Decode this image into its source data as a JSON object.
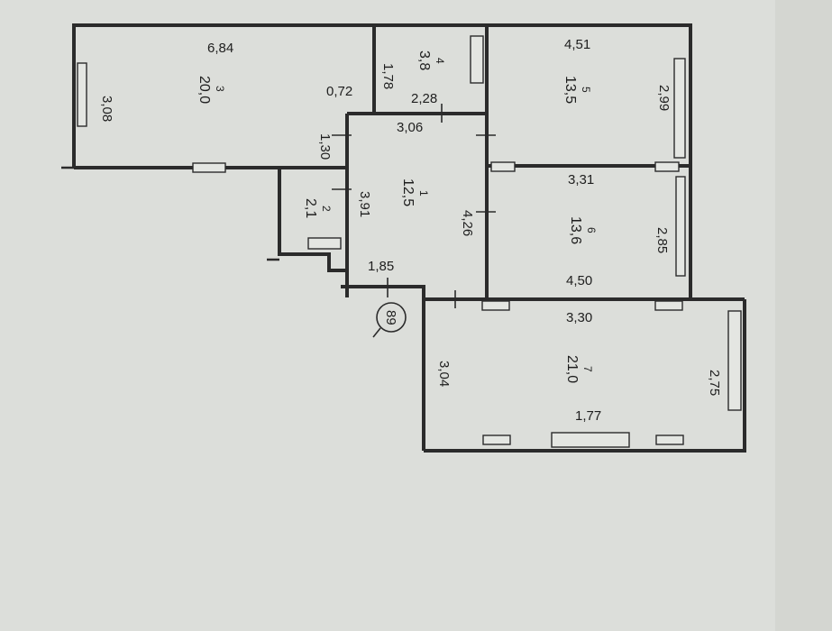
{
  "plan": {
    "rooms": [
      {
        "number": "3",
        "area": "20,0"
      },
      {
        "number": "4",
        "area": "3,8"
      },
      {
        "number": "5",
        "area": "13,5"
      },
      {
        "number": "1",
        "area": "12,5"
      },
      {
        "number": "2",
        "area": "2,1"
      },
      {
        "number": "6",
        "area": "13,6"
      },
      {
        "number": "7",
        "area": "21,0"
      }
    ],
    "dimensions": {
      "d684": "6,84",
      "d308": "3,08",
      "d072": "0,72",
      "d130": "1,30",
      "d178": "1,78",
      "d228": "2,28",
      "d306": "3,06",
      "d451": "4,51",
      "d299": "2,99",
      "d331": "3,31",
      "d426": "4,26",
      "d391": "3,91",
      "d285": "2,85",
      "d450": "4,50",
      "d185": "1,85",
      "d330": "3,30",
      "d304": "3,04",
      "d275": "2,75",
      "d177": "1,77"
    },
    "marker": "89"
  }
}
